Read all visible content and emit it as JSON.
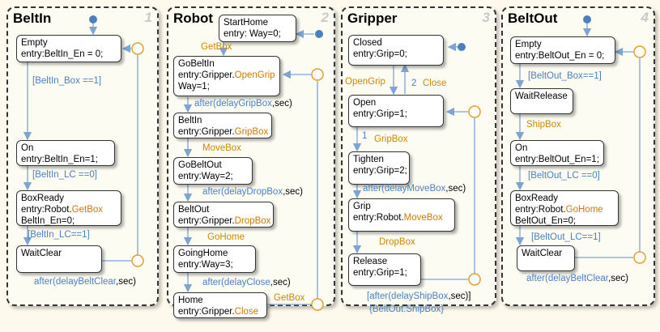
{
  "panels": [
    {
      "title": "BeltIn",
      "number": "1"
    },
    {
      "title": "Robot",
      "number": "2"
    },
    {
      "title": "Gripper",
      "number": "3"
    },
    {
      "title": "BeltOut",
      "number": "4"
    }
  ],
  "beltin": {
    "empty": {
      "name": "Empty",
      "a": "entry:BeltIn_En = ",
      "b": "0;"
    },
    "on": {
      "name": "On",
      "a": "entry:BeltIn_En=",
      "b": "1;"
    },
    "boxready": {
      "name": "BoxReady",
      "a": "entry:Robot.",
      "b": "GetBox",
      "c": "BeltIn_En=",
      "d": "0;"
    },
    "waitclear": {
      "name": "WaitClear"
    },
    "t_box": "[BeltIn_Box ==1]",
    "t_lc0": "[BeltIn_LC ==0]",
    "t_lc1": "[BeltIn_LC==1]",
    "t_after": {
      "a": "after(",
      "b": "delayBeltClear",
      "c": ",sec)"
    }
  },
  "robot": {
    "starthome": {
      "name": "StartHome",
      "a": "entry: Way=",
      "b": "0;"
    },
    "gobeltin": {
      "name": "GoBeltIn",
      "a": "entry:Gripper.",
      "b": "OpenGrip",
      "c": "Way=",
      "d": "1;"
    },
    "beltin": {
      "name": "BeltIn",
      "a": "entry:Gripper.",
      "b": "GripBox"
    },
    "gobeltout": {
      "name": "GoBeltOut",
      "a": "entry:Way=",
      "b": "2;"
    },
    "beltout": {
      "name": "BeltOut",
      "a": "entry:Gripper.",
      "b": "DropBox"
    },
    "goinghome": {
      "name": "GoingHome",
      "a": "entry:Way=",
      "b": "3;"
    },
    "home": {
      "name": "Home",
      "a": "entry:Gripper.",
      "b": "Close"
    },
    "t_getbox1": "GetBox",
    "t_after1": {
      "a": "after(",
      "b": "delayGripBox",
      "c": ",sec)"
    },
    "t_movebox": "MoveBox",
    "t_after2": {
      "a": "after(",
      "b": "delayDropBox",
      "c": ",sec)"
    },
    "t_gohome": "GoHome",
    "t_after3": {
      "a": "after(",
      "b": "delayClose",
      "c": ",sec)"
    },
    "t_getbox2": "GetBox"
  },
  "gripper": {
    "closed": {
      "name": "Closed",
      "a": "entry:Grip=",
      "b": "0;"
    },
    "open": {
      "name": "Open",
      "a": "entry:Grip=",
      "b": "1;"
    },
    "tighten": {
      "name": "Tighten",
      "a": "entry:Grip=",
      "b": "2;"
    },
    "grip": {
      "name": "Grip",
      "a": "entry:Robot.",
      "b": "MoveBox"
    },
    "release": {
      "name": "Release",
      "a": "entry:Grip=",
      "b": "1;"
    },
    "t_opengrip": "OpenGrip",
    "t_close": "Close",
    "n1": "1",
    "n2": "2",
    "t_gripbox": "GripBox",
    "t_after1": {
      "a": "after(",
      "b": "delayMoveBox",
      "c": ",sec)"
    },
    "t_dropbox": "DropBox",
    "t_after2": {
      "a": "[after(",
      "b": "delayShipBox",
      "c": ",sec)]"
    },
    "t_shipbox": "{BeltOut.ShipBox}"
  },
  "beltout": {
    "empty": {
      "name": "Empty",
      "a": "entry:BeltOut_En = ",
      "b": "0;"
    },
    "waitrelease": {
      "name": "WaitRelease"
    },
    "on": {
      "name": "On",
      "a": "entry:BeltOut_En=",
      "b": "1;"
    },
    "boxready": {
      "name": "BoxReady",
      "a": "entry:Robot.",
      "b": "GoHome",
      "c": "BeltOut_En=",
      "d": "0;"
    },
    "waitclear": {
      "name": "WaitClear"
    },
    "t_box": "[BeltOut_Box==1]",
    "t_shipbox": "ShipBox",
    "t_lc0": "[BeltOut_LC ==0]",
    "t_lc1": "[BeltOut_LC==1]",
    "t_after": {
      "a": "after(",
      "b": "delayBeltClear",
      "c": ",sec)"
    }
  },
  "colors": {
    "wire": "#7fa4d4",
    "event": "#cc8800",
    "condition": "#4a7fc0",
    "junction": "#e0a030",
    "default": "#4a7fc0"
  }
}
